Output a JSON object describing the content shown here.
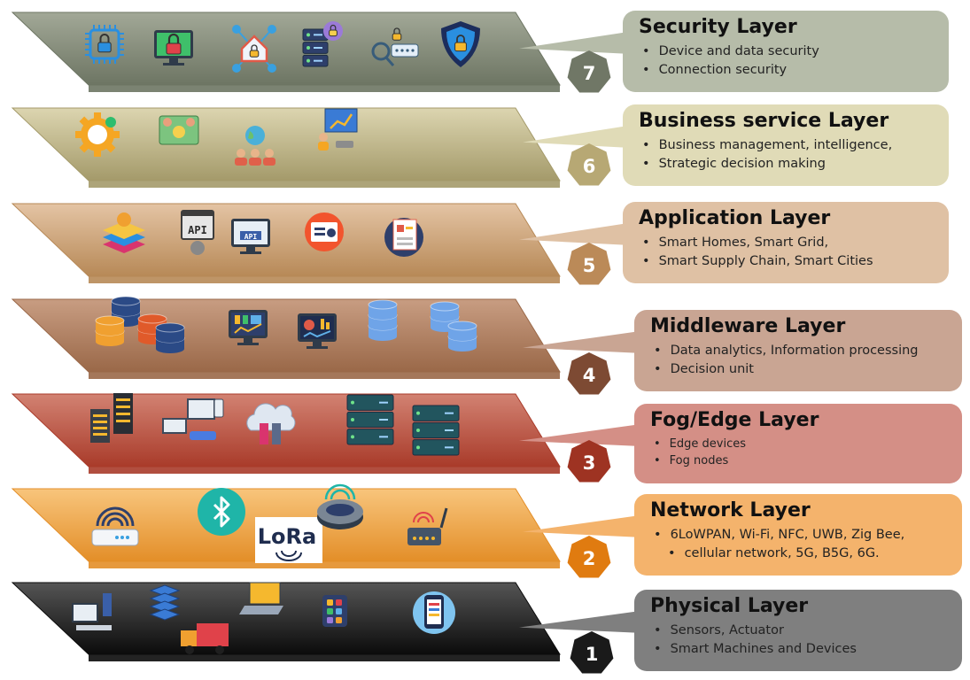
{
  "layers": [
    {
      "number": "1",
      "title": "Physical Layer",
      "bullets": [
        "Sensors,  Actuator",
        "Smart Machines and Devices"
      ],
      "colors": {
        "slab_top": "#555555",
        "slab_bottom": "#0b0b0b",
        "box": "#7f7f7f",
        "hex": "#1a1a1a"
      },
      "icons": [
        "computer-workstation-icon",
        "server-stack-icon",
        "delivery-truck-icon",
        "laptop-icon",
        "smartphone-apps-icon",
        "mobile-phone-icon"
      ]
    },
    {
      "number": "2",
      "title": "Network Layer",
      "bullets": [
        "6LoWPAN, Wi-Fi, NFC, UWB, Zig Bee,",
        "cellular network, 5G, B5G, 6G."
      ],
      "colors": {
        "slab_top": "#f8c57c",
        "slab_bottom": "#e38e28",
        "box": "#f4b36c",
        "hex": "#e07b10"
      },
      "icons": [
        "wifi-router-icon",
        "bluetooth-icon",
        "lora-logo-icon",
        "wireless-router-icon",
        "modem-icon"
      ],
      "lora_text": "LoRa"
    },
    {
      "number": "3",
      "title": "Fog/Edge Layer",
      "bullets": [
        "Edge devices",
        "Fog nodes"
      ],
      "colors": {
        "slab_top": "#d28272",
        "slab_bottom": "#a93b2a",
        "box": "#d48f86",
        "hex": "#9e3322"
      },
      "icons": [
        "server-towers-icon",
        "connected-devices-icon",
        "cloud-server-icon",
        "rack-server-icon",
        "rack-server-icon"
      ]
    },
    {
      "number": "4",
      "title": "Middleware Layer",
      "bullets": [
        "Data analytics, Information processing",
        "Decision unit"
      ],
      "colors": {
        "slab_top": "#c89d82",
        "slab_bottom": "#9a6848",
        "box": "#c9a593",
        "hex": "#7d4a33"
      },
      "icons": [
        "database-stacks-icon",
        "dashboard-monitor-icon",
        "analytics-monitor-icon",
        "database-icon",
        "database-icon"
      ]
    },
    {
      "number": "5",
      "title": "Application Layer",
      "bullets": [
        "Smart Homes, Smart Grid,",
        "Smart Supply Chain, Smart Cities"
      ],
      "colors": {
        "slab_top": "#e4c4a4",
        "slab_bottom": "#b78957",
        "box": "#dfc1a4",
        "hex": "#bb8a58"
      },
      "icons": [
        "layers-gear-icon",
        "api-icon",
        "api-monitor-icon",
        "settings-window-icon",
        "report-document-icon"
      ],
      "api_text": "API"
    },
    {
      "number": "6",
      "title": "Business service Layer",
      "bullets": [
        "Business  management, intelligence,",
        "Strategic decision making"
      ],
      "colors": {
        "slab_top": "#dcd5b0",
        "slab_bottom": "#a49a6a",
        "box": "#e0dbb7",
        "hex": "#b7a874"
      },
      "icons": [
        "code-gear-icon",
        "money-transfer-icon",
        "global-team-icon",
        "presentation-chart-icon"
      ]
    },
    {
      "number": "7",
      "title": "Security Layer",
      "bullets": [
        "Device and data security",
        "Connection security"
      ],
      "colors": {
        "slab_top": "#a2a897",
        "slab_bottom": "#6d7563",
        "box": "#b6bca9",
        "hex": "#707766"
      },
      "icons": [
        "chip-lock-icon",
        "monitor-lock-icon",
        "home-network-lock-icon",
        "server-lock-icon",
        "key-password-icon",
        "shield-lock-icon"
      ]
    }
  ]
}
